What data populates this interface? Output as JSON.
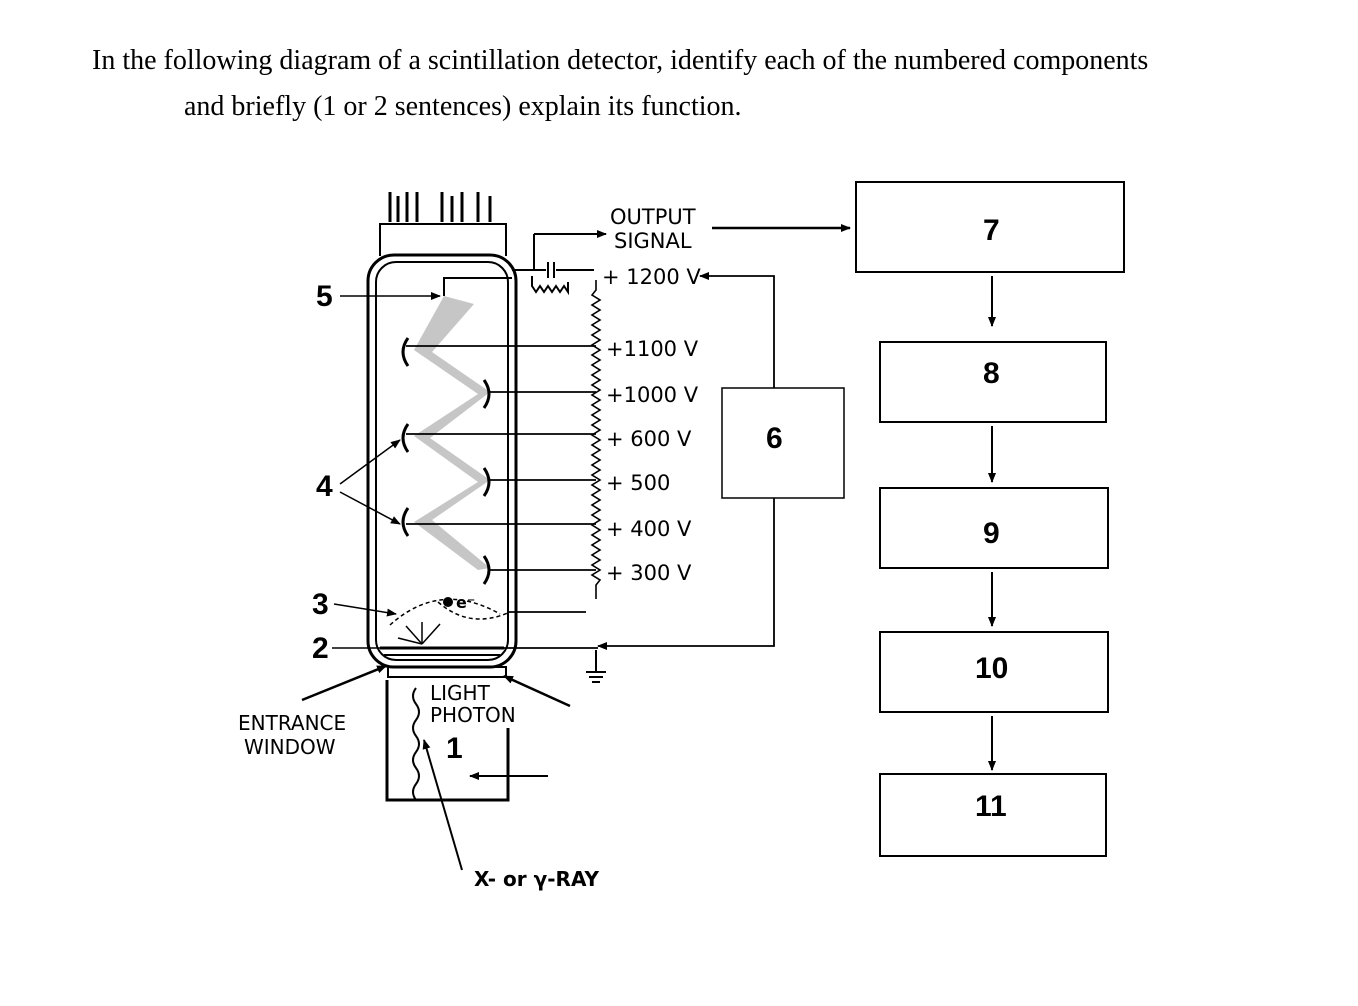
{
  "question": {
    "line1": "In the following diagram of a scintillation detector, identify each of the numbered components",
    "line2": "and briefly (1 or 2 sentences) explain its function."
  },
  "diagram": {
    "output_signal": [
      "OUTPUT",
      "SIGNAL"
    ],
    "voltages": [
      "+ 1200 V",
      "+1100 V",
      "+1000 V",
      "+ 600 V",
      "+ 500",
      "+ 400 V",
      "+ 300 V"
    ],
    "entrance_window": [
      "ENTRANCE",
      "WINDOW"
    ],
    "light_photon": [
      "LIGHT",
      "PHOTON"
    ],
    "electron": "e⁻",
    "ray_label": "X- or γ-RAY",
    "callouts": [
      "1",
      "2",
      "3",
      "4",
      "5"
    ],
    "box6": "6",
    "chain": [
      "7",
      "8",
      "9",
      "10",
      "11"
    ]
  },
  "colors": {
    "line": "#000000",
    "dynode_beam": "#b8b8b8"
  }
}
